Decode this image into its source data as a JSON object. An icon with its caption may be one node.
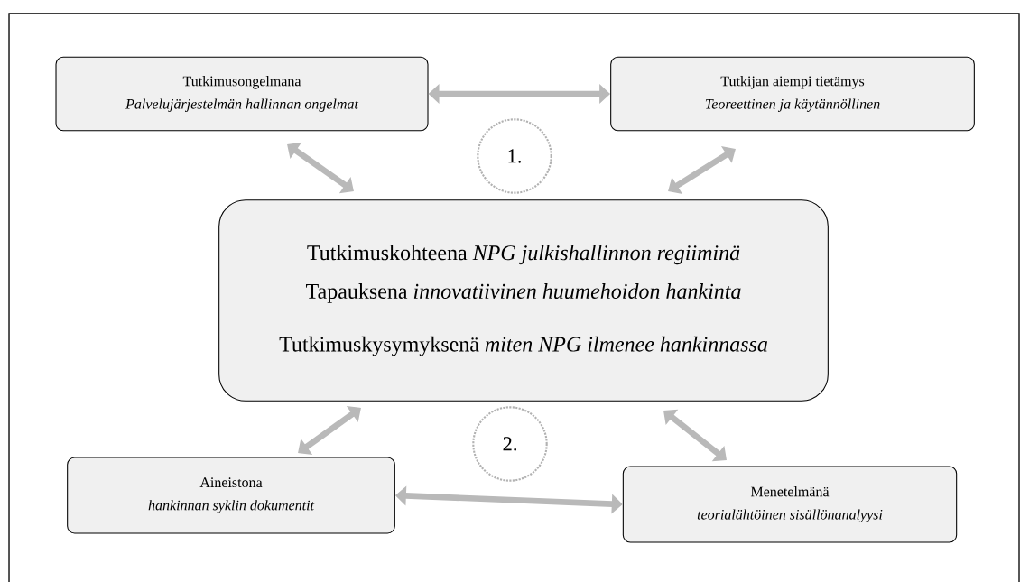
{
  "diagram": {
    "nodes": [
      {
        "text": [
          "Tutkimusongelmana",
          "Palvelujärjestelmän  hallinnan ongelmat"
        ]
      },
      {
        "text": [
          "Tutkijan aiempi tietämys",
          "Teoreettinen ja käytännöllinen"
        ]
      },
      {
        "text": [
          "Tutkimuskohteena *NPG julkishallinnon regiiminä*",
          "Tapauksena *innovatiivinen huumehoidon hankinta*",
          "Tutkimuskysymyksenä *miten NPG ilmenee hankinnassa*"
        ]
      },
      {
        "text": [
          "1."
        ]
      },
      {
        "text": [
          "2."
        ]
      },
      {
        "text": [
          "Aineistona",
          "hankinnan syklin dokumentit"
        ]
      },
      {
        "text": [
          "Menetelmänä",
          "teorialähtöinen sisällönanalyysi"
        ]
      }
    ],
    "edges": [
      {
        "from": 0,
        "to": 1,
        "arrow": "both"
      },
      {
        "from": 0,
        "to": 2,
        "arrow": "both"
      },
      {
        "from": 1,
        "to": 2,
        "arrow": "both"
      },
      {
        "from": 2,
        "to": 5,
        "arrow": "both"
      },
      {
        "from": 2,
        "to": 6,
        "arrow": "both"
      },
      {
        "from": 5,
        "to": 6,
        "arrow": "both"
      }
    ]
  }
}
